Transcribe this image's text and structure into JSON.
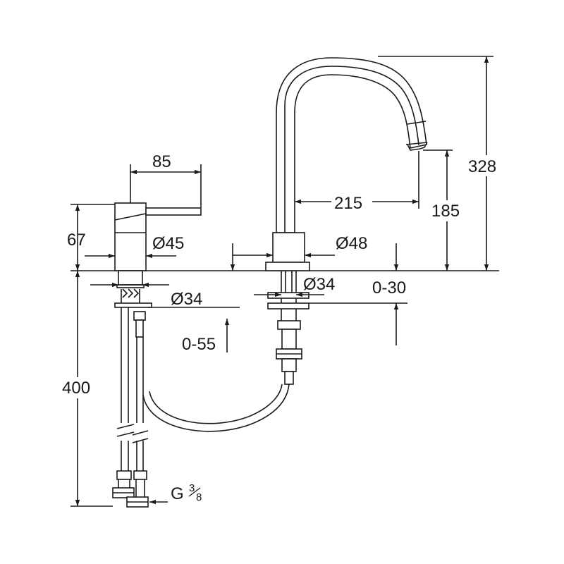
{
  "dimensions": {
    "handle_width": "85",
    "mixer_height": "67",
    "mixer_diameter": "Ø45",
    "mixer_hole": "Ø34",
    "adjust_mixer": "0-55",
    "hose_length": "400",
    "thread_prefix": "G",
    "thread_fraction_num": "3",
    "thread_fraction_den": "8",
    "spout_base_diameter": "Ø48",
    "spout_hole": "Ø34",
    "adjust_spout": "0-30",
    "spout_reach": "215",
    "spout_outlet_height": "185",
    "total_height": "328"
  },
  "colors": {
    "line": "#1a1a1a",
    "background": "#ffffff"
  }
}
